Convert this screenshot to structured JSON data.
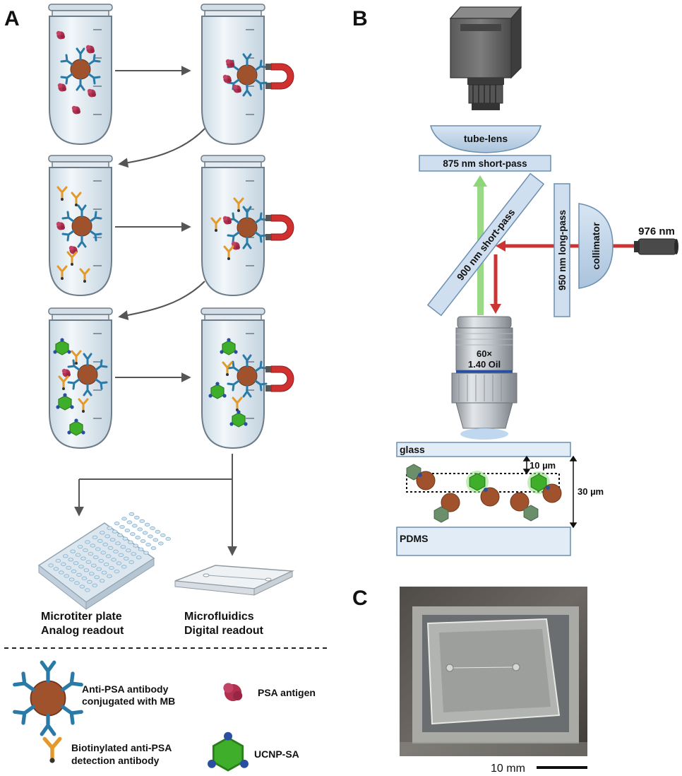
{
  "panels": {
    "a": {
      "label": "A"
    },
    "b": {
      "label": "B"
    },
    "c": {
      "label": "C"
    }
  },
  "panel_a": {
    "readouts": {
      "plate": {
        "line1": "Microtiter plate",
        "line2": "Analog readout"
      },
      "chip": {
        "line1": "Microfluidics",
        "line2": "Digital readout"
      }
    },
    "legend": {
      "mb": {
        "line1": "Anti-PSA antibody",
        "line2": "conjugated with MB"
      },
      "antigen": {
        "text": "PSA antigen"
      },
      "detection": {
        "line1": "Biotinylated anti-PSA",
        "line2": "detection antibody"
      },
      "ucnp": {
        "text": "UCNP-SA"
      }
    }
  },
  "panel_b": {
    "tube_lens": "tube-lens",
    "filter_875": "875 nm short-pass",
    "dichroic_900": "900 nm short-pass",
    "filter_950": "950 nm long-pass",
    "collimator": "collimator",
    "laser": "976 nm",
    "objective": {
      "line1": "60×",
      "line2": "1.40 Oil"
    },
    "glass": "glass",
    "pdms": "PDMS",
    "dim_focal": "10 µm",
    "dim_channel": "30 µm"
  },
  "panel_c": {
    "scale_bar": "10 mm"
  },
  "colors": {
    "mb": "#a0522d",
    "antigen": "#b03050",
    "capture_ab": "#2a7aa8",
    "detection_ab": "#e39a2a",
    "ucnp": "#3fae2a",
    "magnet": "#d0302f",
    "laser_beam": "#cc3333",
    "emission_beam": "#8fd67a"
  }
}
